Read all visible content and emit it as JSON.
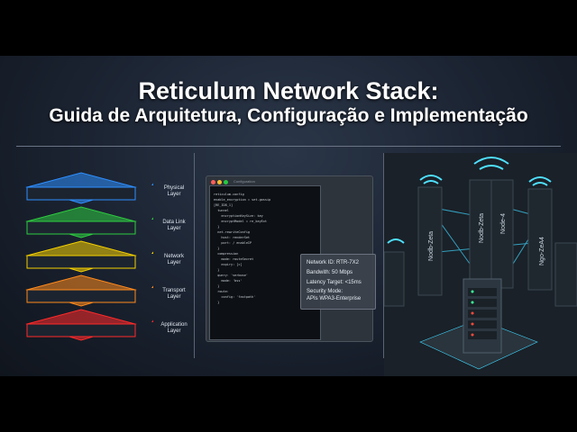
{
  "title": {
    "line1": "Reticulum Network Stack:",
    "line2": "Guida de Arquitetura, Configuração e Implementação"
  },
  "layers": [
    {
      "label": "Physical Layer",
      "color": "#2e8fff"
    },
    {
      "label": "Data Link Layer",
      "color": "#2ecc40"
    },
    {
      "label": "Network Layer",
      "color": "#f5d000"
    },
    {
      "label": "Transport Layer",
      "color": "#ff8a1c"
    },
    {
      "label": "Application Layer",
      "color": "#ff2a2a"
    }
  ],
  "code_window": {
    "title": "Configuration",
    "lines": [
      "reticulum-config",
      "enable_encryption = set-gossip",
      "[RE_ID8_1]",
      "",
      "  tunnel",
      "    encryptionKeySize: key",
      "    encryptModel = re_keyExt",
      "  }",
      "  net.rewriteConfig",
      "    host: renderSet",
      "    port: / enableIP",
      "  }",
      "  compression",
      "    mode: routeSecret",
      "    expiry: [c]",
      "  }",
      "  query: 'verbose'",
      "    mode: 'bss'",
      "  }",
      "  route:",
      "    config: 'fastpath'",
      "  }"
    ]
  },
  "info_panel": {
    "network_id": "Network ID: RTR-7X2",
    "bandwidth": "Bandwith: 50 Mbps",
    "latency": "Latency Target: <15ms",
    "security_label": "Security Mode:",
    "security_value": "APIs WPA3-Enterprise"
  },
  "nodes": [
    "Nodb-Zeta",
    "Nodb-Zeta",
    "Node-4",
    "Ngo-ZeA4"
  ]
}
